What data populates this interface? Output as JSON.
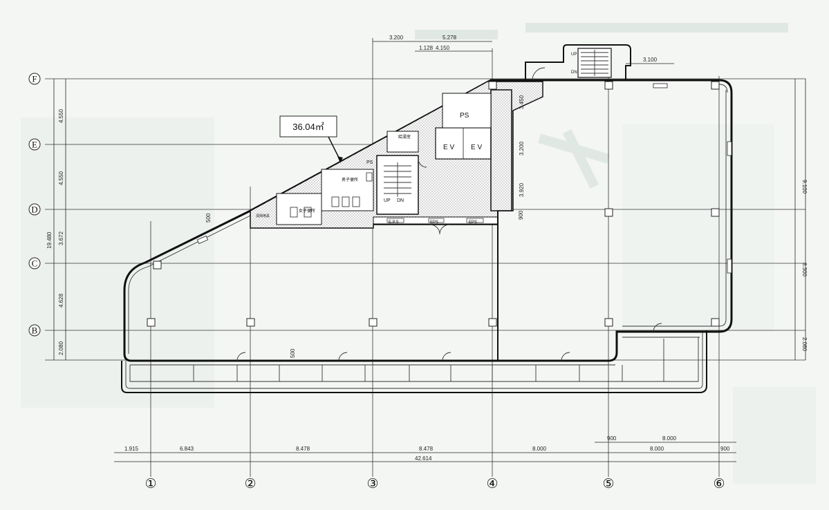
{
  "area_label": "36.04㎡",
  "row_axes": [
    "F",
    "E",
    "D",
    "C",
    "B"
  ],
  "col_axes": [
    "①",
    "②",
    "③",
    "④",
    "⑤",
    "⑥"
  ],
  "room_labels": {
    "ps_main": "PS",
    "ps_small": "PS",
    "ev1": "E V",
    "ev2": "E V",
    "up": "UP",
    "dn": "DN",
    "stair_up": "UP",
    "stair_dn": "DN",
    "eps1": "E.P.S",
    "eps2": "EPS",
    "eps3": "EPS",
    "room1": "給湯室",
    "room2": "男子便所",
    "room3": "女子便所",
    "room4": "清掃用具"
  },
  "dims_top": [
    "3.200",
    "5.278",
    "1.128",
    "4.150",
    "3.100"
  ],
  "dims_left": [
    "4.550",
    "4.550",
    "3.672",
    "4.628",
    "2.080",
    "19.480"
  ],
  "dims_right": [
    "9.100",
    "8.300",
    "2.080"
  ],
  "dims_bottom1": [
    "1.915",
    "6.843",
    "8.478",
    "8.478",
    "8.000",
    "900",
    "8.000"
  ],
  "dims_bottom2": [
    "8.000",
    "900"
  ],
  "dims_total": "42.614",
  "dims_misc": [
    "3.450",
    "3.200",
    "3.920",
    "500",
    "500",
    "900"
  ]
}
